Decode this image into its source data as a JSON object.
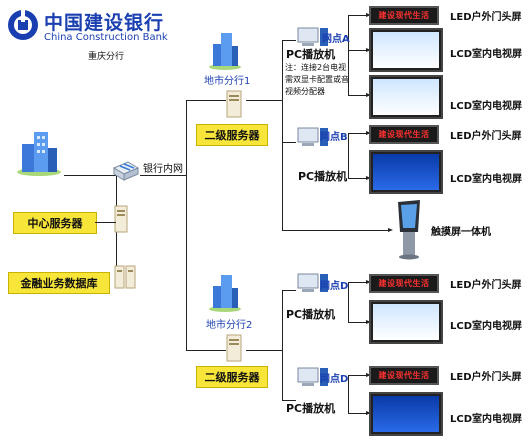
{
  "header": {
    "bank_cn": "中国建设银行",
    "bank_en": "China Construction Bank",
    "branch": "重庆分行"
  },
  "left": {
    "network_label": "银行内网",
    "central_server": "中心服务器",
    "finance_db": "金融业务数据库"
  },
  "branch1": {
    "label": "地市分行1",
    "server": "二级服务器",
    "pc_a": "PC播放机",
    "note": "注：连接2台电视需双显卡配置或音视频分配器",
    "node_a": "网点A",
    "node_b": "网点B",
    "pc_b": "PC播放机",
    "kiosk": "触摸屏一体机"
  },
  "branch2": {
    "label": "地市分行2",
    "server": "二级服务器",
    "node_d1": "网点D",
    "pc_d1": "PC播放机",
    "node_d2": "网点D",
    "pc_d2": "PC播放机"
  },
  "screens": {
    "led_text": "建设现代生活",
    "led_outdoor": "LED户外门头屏",
    "lcd_indoor": "LCD室内电视屏"
  },
  "colors": {
    "brand_blue": "#1a3fb0",
    "server_box": "#f7e53a",
    "led_text": "#ff3030"
  }
}
